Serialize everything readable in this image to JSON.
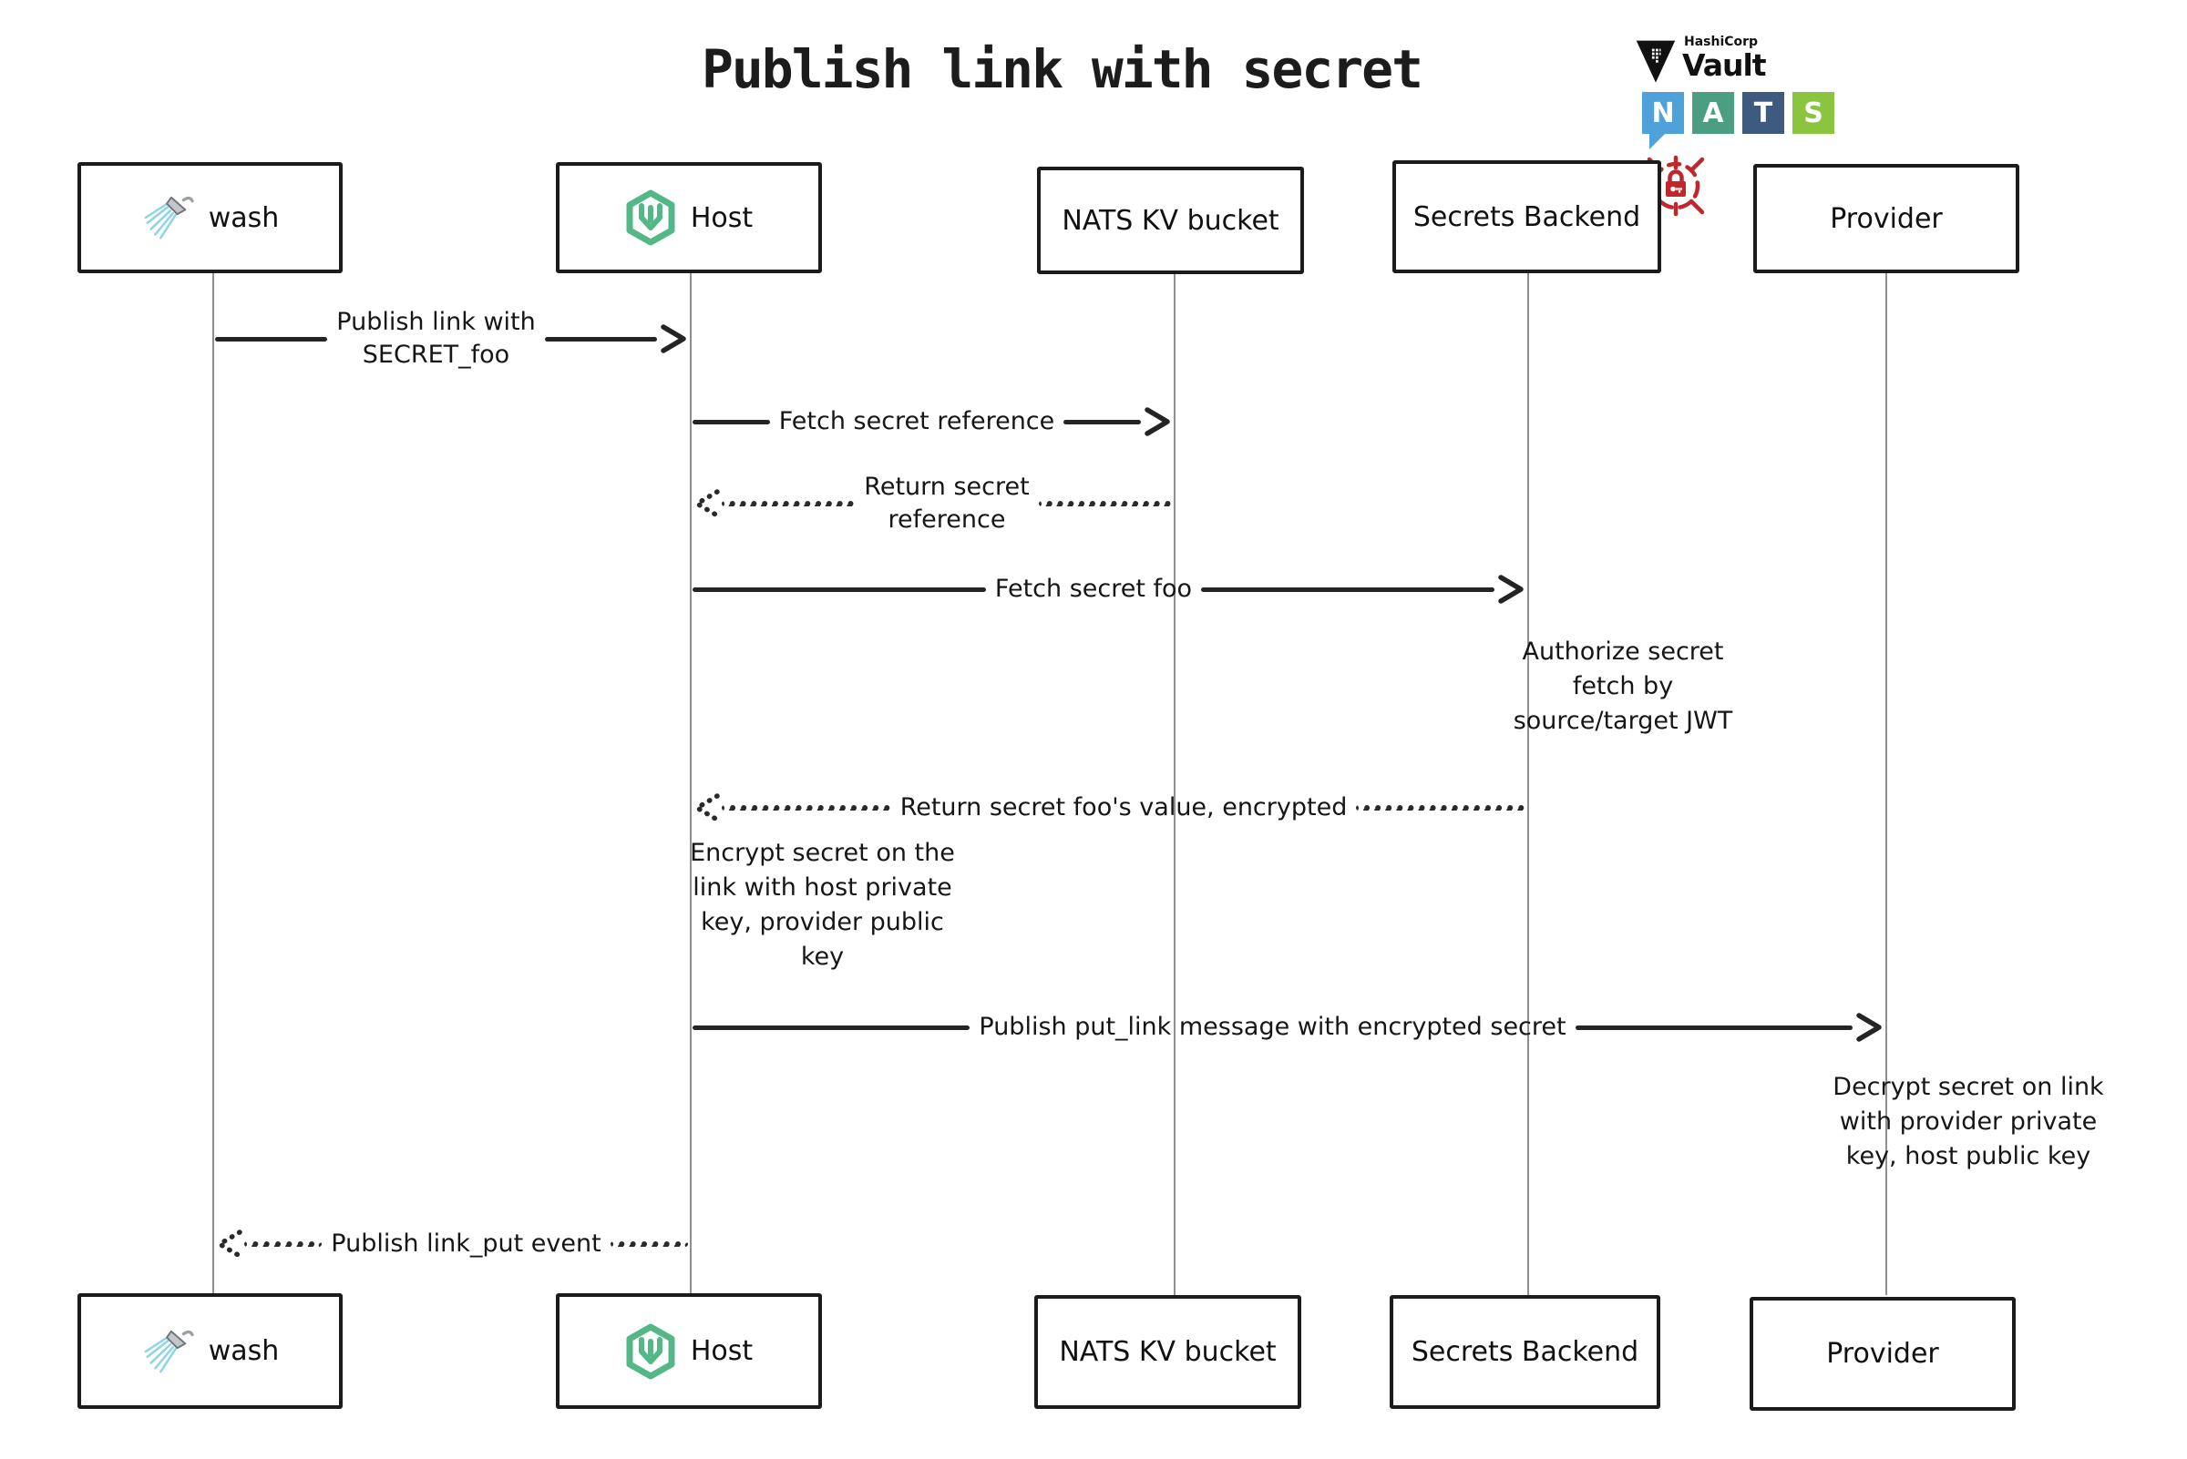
{
  "title": "Publish link with secret",
  "logos": {
    "hashicorp": "HashiCorp",
    "vault": "Vault",
    "nats": [
      "N",
      "A",
      "T",
      "S"
    ]
  },
  "colors": {
    "nats_n": "#4FA1D9",
    "nats_a": "#4C9E83",
    "nats_t": "#3F5A7F",
    "nats_s": "#8BC540",
    "wasmcloud_green": "#54B787",
    "lock_red": "#C0272D",
    "line": "#242424",
    "lifeline": "#8f8f8f"
  },
  "actors": [
    {
      "id": "wash",
      "label": "wash",
      "icon": "shower-icon"
    },
    {
      "id": "host",
      "label": "Host",
      "icon": "wasmcloud-icon"
    },
    {
      "id": "nats-kv",
      "label": "NATS KV bucket",
      "icon": null
    },
    {
      "id": "secrets-backend",
      "label": "Secrets Backend",
      "icon": null
    },
    {
      "id": "provider",
      "label": "Provider",
      "icon": null
    }
  ],
  "messages": [
    {
      "label": "Publish link with\nSECRET_foo",
      "from": "wash",
      "to": "host",
      "style": "solid"
    },
    {
      "label": "Fetch secret reference",
      "from": "host",
      "to": "nats-kv",
      "style": "solid"
    },
    {
      "label": "Return secret\nreference",
      "from": "nats-kv",
      "to": "host",
      "style": "dotted"
    },
    {
      "label": "Fetch secret foo",
      "from": "host",
      "to": "secrets-backend",
      "style": "solid"
    },
    {
      "label": "Return secret foo's value, encrypted",
      "from": "secrets-backend",
      "to": "host",
      "style": "dotted"
    },
    {
      "label": "Publish put_link message with encrypted secret",
      "from": "host",
      "to": "provider",
      "style": "solid"
    },
    {
      "label": "Publish link_put event",
      "from": "host",
      "to": "wash",
      "style": "dotted"
    }
  ],
  "notes": [
    {
      "label": "Authorize secret\nfetch by\nsource/target JWT",
      "actor": "secrets-backend"
    },
    {
      "label": "Encrypt secret on the\nlink with host private\nkey, provider public\nkey",
      "actor": "host"
    },
    {
      "label": "Decrypt secret on link\nwith provider private\nkey, host public key",
      "actor": "provider"
    }
  ]
}
